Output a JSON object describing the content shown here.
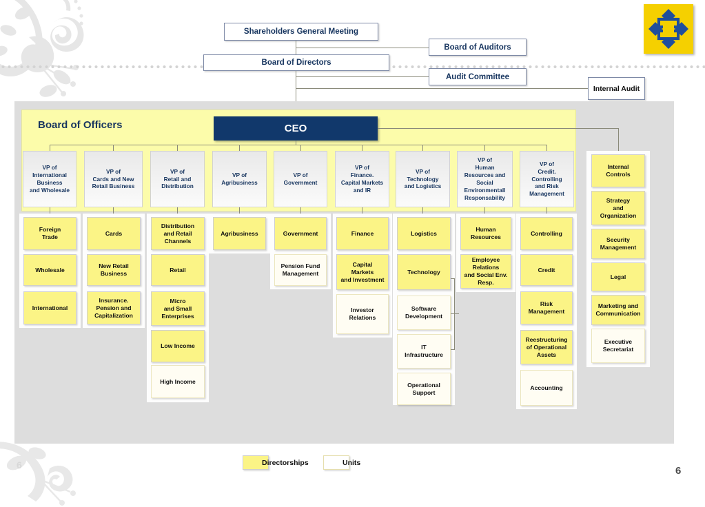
{
  "page": {
    "number": "6",
    "ghost_number": "6",
    "logo_name": "banco-do-brasil-logo"
  },
  "governance": {
    "shareholders_general_meeting": "Shareholders General Meeting",
    "board_of_directors": "Board of Directors",
    "board_of_auditors": "Board of Auditors",
    "audit_committee": "Audit Committee",
    "internal_audit": "Internal Audit"
  },
  "officers": {
    "band_title": "Board of Officers",
    "ceo": "CEO"
  },
  "vps": [
    {
      "label": "VP of\nInternational\nBusiness\nand Wholesale"
    },
    {
      "label": "VP of\nCards and New\nRetail Business"
    },
    {
      "label": "VP of\nRetail and\nDistribution"
    },
    {
      "label": "VP of\nAgribusiness"
    },
    {
      "label": "VP of\nGovernment"
    },
    {
      "label": "VP of\nFinance.\nCapital Markets\nand IR"
    },
    {
      "label": "VP of\nTechnology\nand Logistics"
    },
    {
      "label": "VP of\nHuman\nResources and\nSocial\nEnvironmentall\nResponsability"
    },
    {
      "label": "VP of\nCredit.\nControlling\nand Risk\nManagement"
    }
  ],
  "columns": [
    {
      "name": "international-business-and-wholesale",
      "cells": [
        {
          "label": "Foreign\nTrade",
          "kind": "directorship"
        },
        {
          "label": "Wholesale",
          "kind": "directorship"
        },
        {
          "label": "International",
          "kind": "directorship"
        }
      ]
    },
    {
      "name": "cards-and-new-retail-business",
      "cells": [
        {
          "label": "Cards",
          "kind": "directorship"
        },
        {
          "label": "New Retail\nBusiness",
          "kind": "directorship"
        },
        {
          "label": "Insurance.\nPension and\nCapitalization",
          "kind": "directorship"
        }
      ]
    },
    {
      "name": "retail-and-distribution",
      "cells": [
        {
          "label": "Distribution\nand Retail\nChannels",
          "kind": "directorship"
        },
        {
          "label": "Retail",
          "kind": "directorship"
        },
        {
          "label": "Micro\nand Small\nEnterprises",
          "kind": "directorship"
        },
        {
          "label": "Low Income",
          "kind": "directorship"
        },
        {
          "label": "High Income",
          "kind": "unit"
        }
      ]
    },
    {
      "name": "agribusiness",
      "cells": [
        {
          "label": "Agribusiness",
          "kind": "directorship"
        }
      ]
    },
    {
      "name": "government",
      "cells": [
        {
          "label": "Government",
          "kind": "directorship"
        },
        {
          "label": "Pension Fund\nManagement",
          "kind": "unit"
        }
      ]
    },
    {
      "name": "finance-capital-markets-and-ir",
      "cells": [
        {
          "label": "Finance",
          "kind": "directorship"
        },
        {
          "label": "Capital\nMarkets\nand Investment",
          "kind": "directorship"
        },
        {
          "label": "Investor\nRelations",
          "kind": "unit"
        }
      ]
    },
    {
      "name": "technology-and-logistics",
      "cells": [
        {
          "label": "Logistics",
          "kind": "directorship"
        },
        {
          "label": "Technology",
          "kind": "directorship"
        },
        {
          "label": "Software\nDevelopment",
          "kind": "unit"
        },
        {
          "label": "IT\nInfrastructure",
          "kind": "unit"
        },
        {
          "label": "Operational\nSupport",
          "kind": "unit"
        }
      ]
    },
    {
      "name": "human-resources-and-social-environmental-responsability",
      "cells": [
        {
          "label": "Human\nResources",
          "kind": "directorship"
        },
        {
          "label": "Employee\nRelations\nand Social Env.\nResp.",
          "kind": "directorship"
        }
      ]
    },
    {
      "name": "credit-controlling-and-risk-management",
      "cells": [
        {
          "label": "Controlling",
          "kind": "directorship"
        },
        {
          "label": "Credit",
          "kind": "directorship"
        },
        {
          "label": "Risk\nManagement",
          "kind": "directorship"
        },
        {
          "label": "Reestructuring\nof Operational\nAssets",
          "kind": "directorship"
        },
        {
          "label": "Accounting",
          "kind": "unit"
        }
      ]
    }
  ],
  "staff_column": {
    "name": "ceo-staff-units",
    "cells": [
      {
        "label": "Internal\nControls",
        "kind": "directorship"
      },
      {
        "label": "Strategy\nand\nOrganization",
        "kind": "directorship"
      },
      {
        "label": "Security\nManagement",
        "kind": "directorship"
      },
      {
        "label": "Legal",
        "kind": "directorship"
      },
      {
        "label": "Marketing and\nCommunication",
        "kind": "directorship"
      },
      {
        "label": "Executive\nSecretariat",
        "kind": "unit"
      }
    ]
  },
  "legend": {
    "directorships_label": "Directorships",
    "units_label": "Units"
  },
  "colors": {
    "directorship_fill": "#fbf486",
    "unit_fill": "#fffdf3",
    "ceo_fill": "#11386b",
    "band_fill": "#fcfcaa",
    "canvas_fill": "#dddddd",
    "title_blue": "#17355f"
  }
}
